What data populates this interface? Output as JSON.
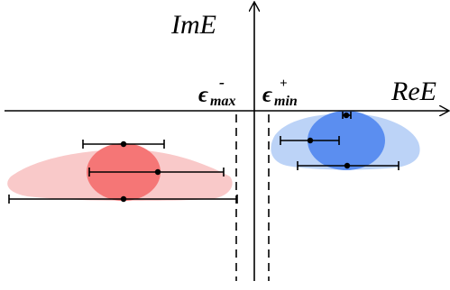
{
  "labels": {
    "imag_axis": "ImE",
    "real_axis": "ReE",
    "eps_max_base": "ϵ",
    "eps_max_sub": "max",
    "eps_max_sup": "-",
    "eps_min_base": "ϵ",
    "eps_min_sub": "min",
    "eps_min_sup": "+"
  },
  "colors": {
    "left_halo": "#f9c9c9",
    "left_core": "#f57676",
    "right_halo": "#bcd3f7",
    "right_core": "#5b8ef0",
    "axis": "#000000"
  }
}
